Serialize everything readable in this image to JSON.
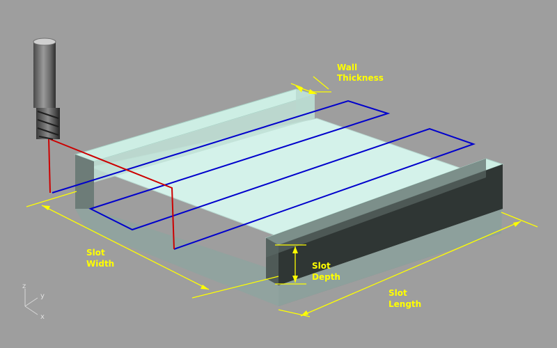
{
  "labels": {
    "wall_thickness_line1": "Wall",
    "wall_thickness_line2": "Thickness",
    "slot_width_line1": "Slot",
    "slot_width_line2": "Width",
    "slot_depth_line1": "Slot",
    "slot_depth_line2": "Depth",
    "slot_length_line1": "Slot",
    "slot_length_line2": "Length"
  },
  "axes": {
    "z": "z",
    "y": "y",
    "x": "x"
  },
  "colors": {
    "background": "#9e9e9e",
    "dimension": "#ffff00",
    "toolpath_plunge": "#cc0000",
    "toolpath_cut": "#0000cc",
    "part_light": "#d8f4ec",
    "part_dark": "#5f6a67"
  }
}
